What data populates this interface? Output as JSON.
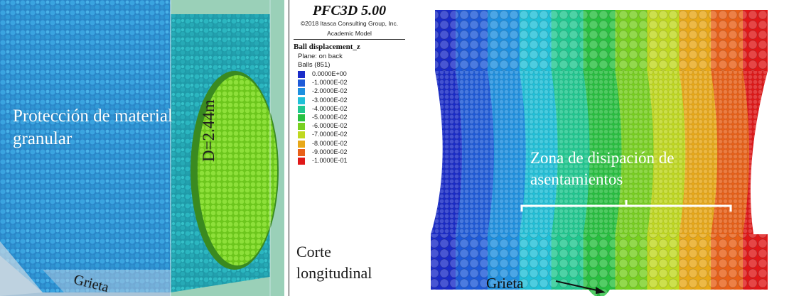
{
  "left_panel": {
    "label_protection": "Protección de material granular",
    "label_diameter": "D=2.44m",
    "label_crack": "Grieta"
  },
  "legend": {
    "software_title": "PFC3D 5.00",
    "copyright": "©2018 Itasca Consulting Group, Inc.",
    "model": "Academic Model",
    "variable": "Ball displacement_z",
    "plane": "Plane: on back",
    "balls": "Balls (851)",
    "scale": [
      {
        "label": "0.0000E+00",
        "color": "#1a2cc8"
      },
      {
        "label": "-1.0000E-02",
        "color": "#1e5ad8"
      },
      {
        "label": "-2.0000E-02",
        "color": "#1e90e0"
      },
      {
        "label": "-3.0000E-02",
        "color": "#20c0d8"
      },
      {
        "label": "-4.0000E-02",
        "color": "#20c890"
      },
      {
        "label": "-5.0000E-02",
        "color": "#28c040"
      },
      {
        "label": "-6.0000E-02",
        "color": "#78d020"
      },
      {
        "label": "-7.0000E-02",
        "color": "#c0d820"
      },
      {
        "label": "-8.0000E-02",
        "color": "#e8a818"
      },
      {
        "label": "-9.0000E-02",
        "color": "#e86018"
      },
      {
        "label": "-1.0000E-01",
        "color": "#e01818"
      }
    ],
    "section_label": "Corte longitudinal"
  },
  "right_panel": {
    "label_zone": "Zona de disipación de asentamientos",
    "label_crack": "Grieta"
  }
}
